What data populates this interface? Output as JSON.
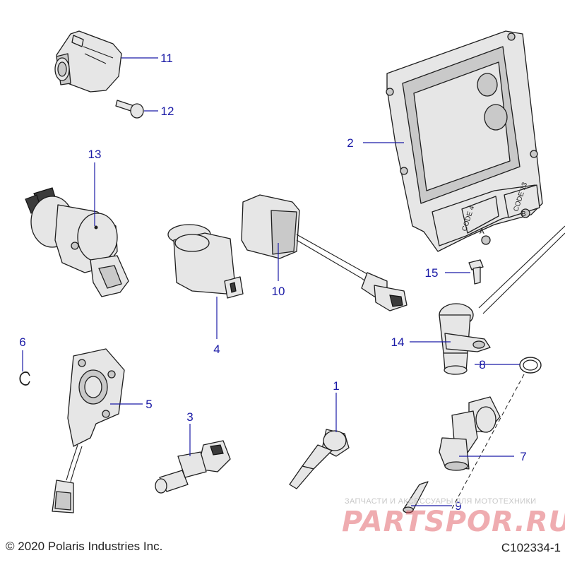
{
  "diagram": {
    "copyright": "© 2020 Polaris Industries Inc.",
    "figure_id": "C102334-1",
    "callouts": [
      "1",
      "2",
      "3",
      "4",
      "5",
      "6",
      "7",
      "8",
      "9",
      "10",
      "11",
      "12",
      "13",
      "14",
      "15"
    ]
  },
  "ecu_labels": {
    "code_a": "CODE 4",
    "code_a_sub": "A",
    "code_b": "CODE 13",
    "code_b_sub": "B"
  },
  "watermark": {
    "tagline": "ЗАПЧАСТИ И АКСЕССУАРЫ ДЛЯ МОТОТЕХНИКИ",
    "logo": "PARTSPOR.RU"
  },
  "colors": {
    "callout": "#1a1aa6",
    "line_art": "#1e1e1e",
    "watermark": "#dc4650"
  }
}
